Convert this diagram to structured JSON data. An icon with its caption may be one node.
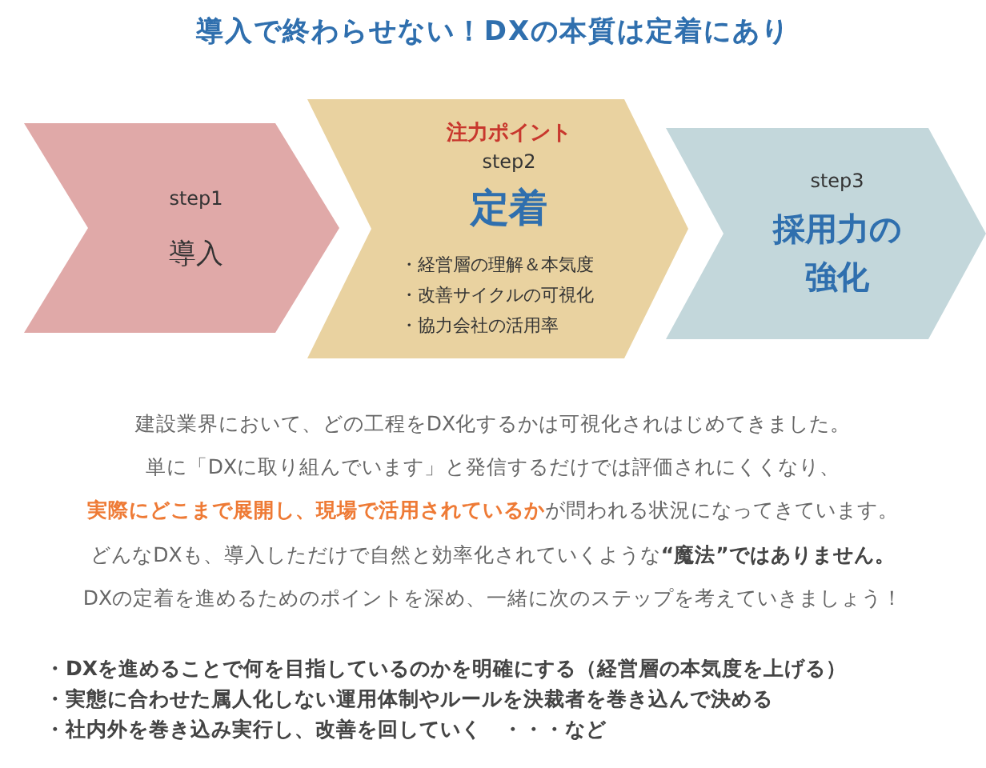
{
  "diagram": {
    "title": "導入で終わらせない！DXの本質は定着にあり",
    "nodes": [
      {
        "text": [
          "step1",
          "導入"
        ]
      },
      {
        "text": [
          "注力ポイント",
          "step2",
          "定着",
          "・経営層の理解＆本気度",
          "・改善サイクルの可視化",
          "・協力会社の活用率"
        ]
      },
      {
        "text": [
          "step3",
          "採用力の強化"
        ]
      }
    ],
    "labels": [
      "建設業界において、どの工程をDX化するかは可視化されはじめてきました。",
      "単に「DXに取り組んでいます」と発信するだけでは評価されにくくなり、",
      "**実際にどこまで展開し、現場で活用されているか**が問われる状況になってきています。",
      "どんなDXも、導入しただけで自然と効率化されていくような**“魔法”ではありません。**",
      "DXの定着を進めるためのポイントを深め、一緒に次のステップを考えていきましょう！",
      "・DXを進めることで何を目指しているのかを明確にする（経営層の本気度を上げる）",
      "・実態に合わせた属人化しない運用体制やルールを決裁者を巻き込んで決める",
      "・社内外を巻き込み実行し、改善を回していく　・・・など"
    ]
  }
}
